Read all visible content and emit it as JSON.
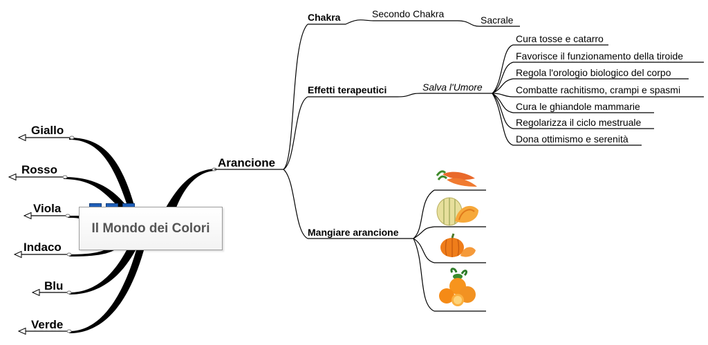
{
  "central": {
    "title": "Il Mondo dei Colori"
  },
  "left_topics": [
    "Giallo",
    "Rosso",
    "Viola",
    "Indaco",
    "Blu",
    "Verde"
  ],
  "main_branch": {
    "label": "Arancione",
    "chakra": {
      "label": "Chakra",
      "sub": "Secondo Chakra",
      "value": "Sacrale"
    },
    "effetti": {
      "label": "Effetti terapeutici",
      "sub": "Salva l'Umore",
      "items": [
        "Cura tosse e catarro",
        "Favorisce il funzionamento della tiroide",
        "Regola l'orologio biologico del corpo",
        "Combatte rachitismo, crampi e spasmi",
        "Cura le ghiandole mammarie",
        "Regolarizza il ciclo mestruale",
        "Dona ottimismo e serenità"
      ]
    },
    "mangiare": {
      "label": "Mangiare arancione",
      "images": [
        "carrots-icon",
        "melon-icon",
        "pumpkin-icon",
        "oranges-icon"
      ]
    }
  },
  "colors": {
    "line": "#000000",
    "central_text": "#555555",
    "marker_blue": "#1f5fb8",
    "orange": "#f08a1c"
  }
}
